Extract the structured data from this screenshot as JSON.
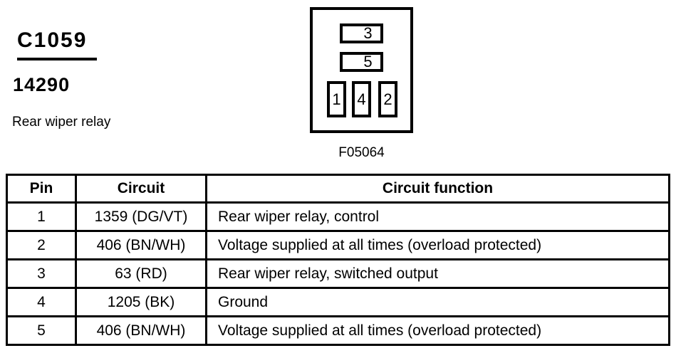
{
  "header": {
    "connector_id": "C1059",
    "part_number": "14290",
    "description": "Rear wiper relay"
  },
  "figure": {
    "caption": "F05064"
  },
  "diagram": {
    "slots": [
      {
        "label": "3"
      },
      {
        "label": "5"
      }
    ],
    "pins": [
      {
        "label": "1"
      },
      {
        "label": "4"
      },
      {
        "label": "2"
      }
    ]
  },
  "table": {
    "headers": [
      "Pin",
      "Circuit",
      "Circuit function"
    ],
    "rows": [
      [
        "1",
        "1359 (DG/VT)",
        "Rear wiper relay, control"
      ],
      [
        "2",
        "406 (BN/WH)",
        "Voltage supplied at all times (overload protected)"
      ],
      [
        "3",
        "63 (RD)",
        "Rear wiper relay, switched output"
      ],
      [
        "4",
        "1205 (BK)",
        "Ground"
      ],
      [
        "5",
        "406 (BN/WH)",
        "Voltage supplied at all times (overload protected)"
      ]
    ]
  },
  "colors": {
    "ink": "#000000",
    "background": "#ffffff"
  }
}
